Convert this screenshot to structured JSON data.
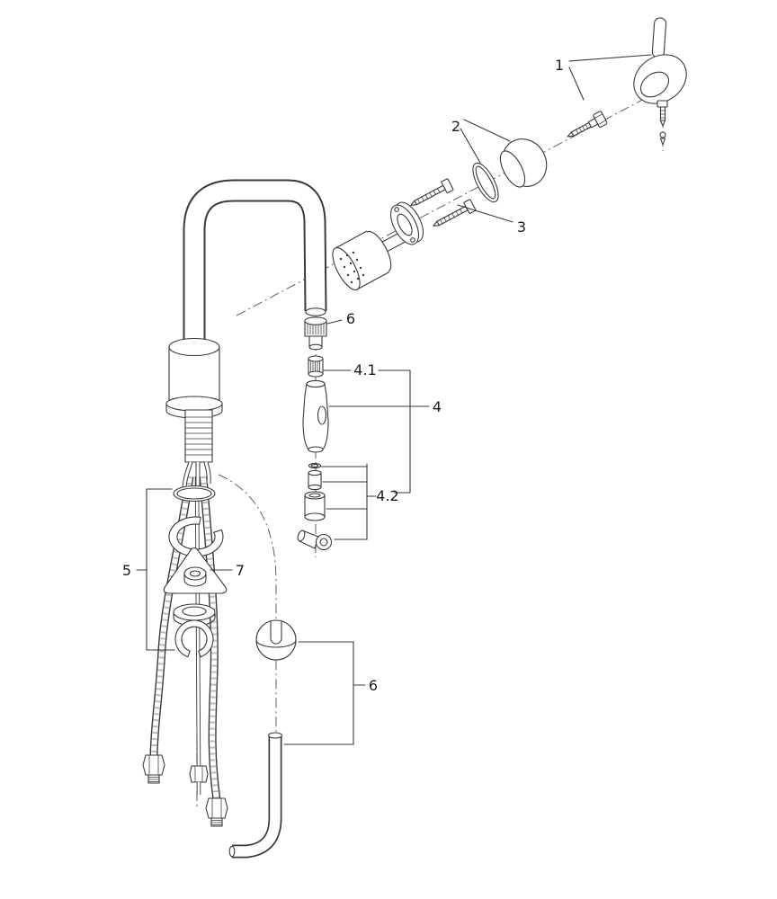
{
  "diagram": {
    "kind": "exploded-parts-diagram",
    "subject": "single-lever kitchen faucet with pull-out spray, mounting hardware and supply hoses",
    "background": "#ffffff",
    "line_color": "#3a3a3a",
    "labels": {
      "n1": "1",
      "n2": "2",
      "n3": "3",
      "n4": "4",
      "n4_1": "4.1",
      "n4_2": "4.2",
      "n5": "5",
      "n6_top": "6",
      "n6_bottom": "6",
      "n7": "7"
    }
  }
}
